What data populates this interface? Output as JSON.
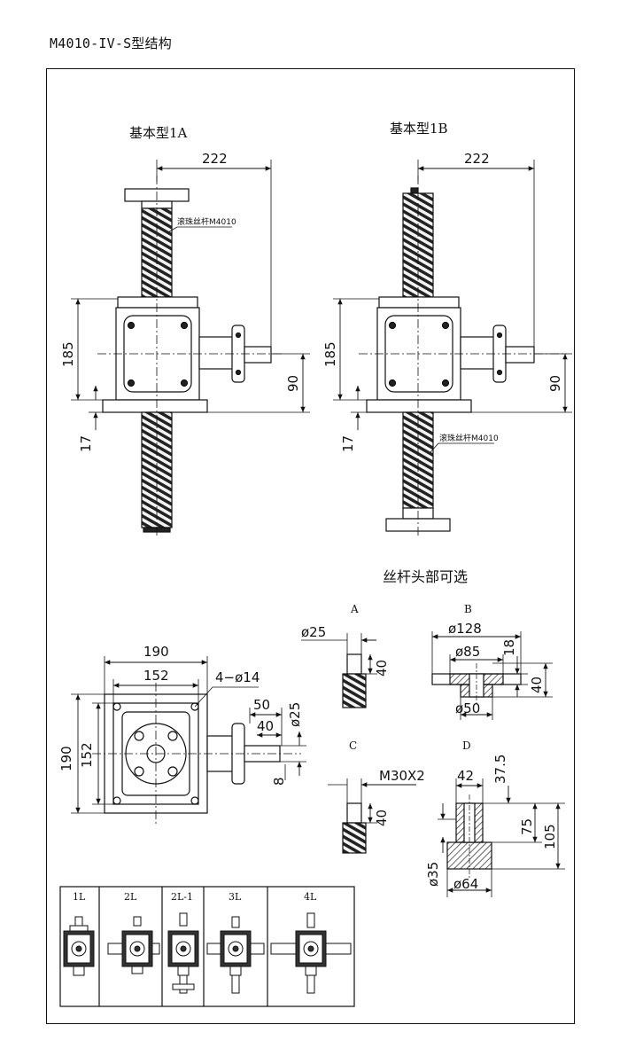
{
  "page_title": "M4010-IV-S型结构",
  "views": {
    "view_1a": {
      "title": "基本型1A",
      "dim_top": "222",
      "dim_height": "185",
      "dim_shaft": "90",
      "dim_base": "17",
      "screw_note": "滚珠丝杆M4010"
    },
    "view_1b": {
      "title": "基本型1B",
      "dim_top": "222",
      "dim_height": "185",
      "dim_shaft": "90",
      "dim_base": "17",
      "screw_note": "滚珠丝杆M4010"
    }
  },
  "top_view": {
    "dim_width_outer": "190",
    "dim_width_inner": "152",
    "dim_holes": "4−ø14",
    "dim_height_outer": "190",
    "dim_height_inner": "152",
    "dim_shaft_len_outer": "50",
    "dim_shaft_len_inner": "40",
    "dim_shaft_dia": "ø25",
    "dim_key": "8"
  },
  "options": {
    "title": "丝杆头部可选",
    "a": {
      "letter": "A",
      "dia": "ø25",
      "len": "40"
    },
    "b": {
      "letter": "B",
      "dia_outer": "ø128",
      "dia_mid": "ø85",
      "thick": "18",
      "len": "40",
      "dia_inner": "ø50"
    },
    "c": {
      "letter": "C",
      "thread": "M30X2",
      "len": "40"
    },
    "d": {
      "letter": "D",
      "width": "42",
      "top": "37.5",
      "mid": "75",
      "total": "105",
      "dia_bore": "ø35",
      "dia_base": "ø64"
    }
  },
  "layout_table": {
    "columns": [
      "1L",
      "2L",
      "2L-1",
      "3L",
      "4L"
    ]
  }
}
